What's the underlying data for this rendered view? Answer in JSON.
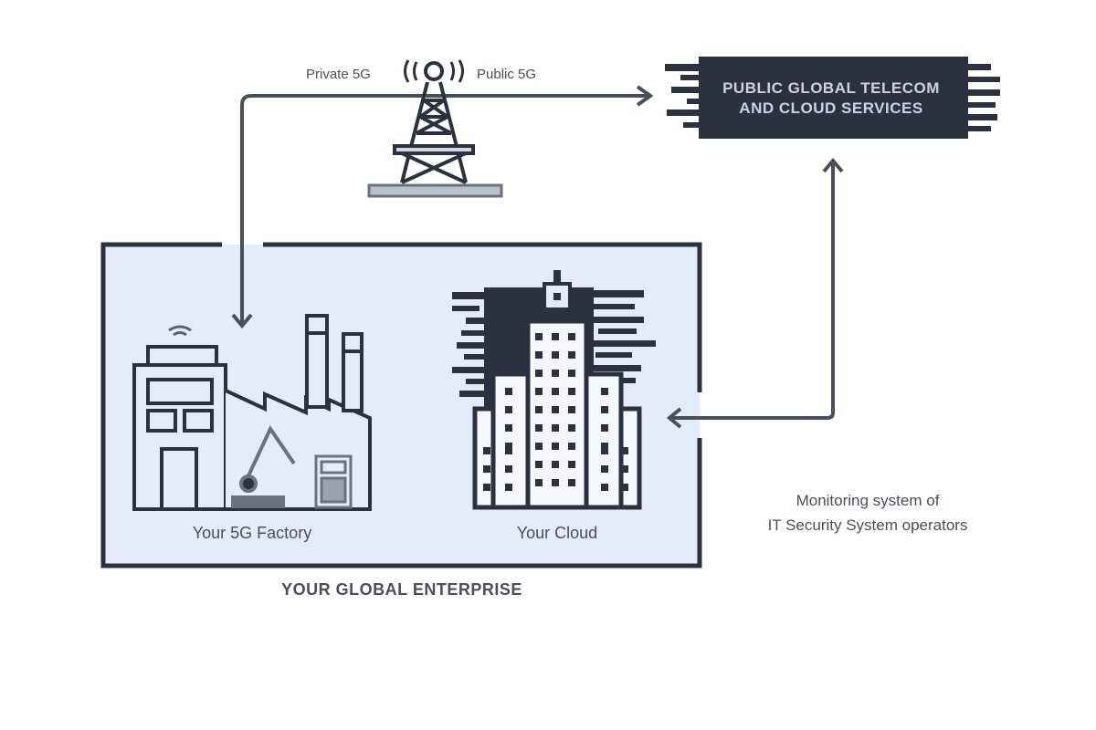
{
  "diagram": {
    "tower": {
      "label_left": "Private 5G",
      "label_right": "Public 5G"
    },
    "cloud_services": {
      "line1": "PUBLIC GLOBAL TELECOM",
      "line2": "AND CLOUD SERVICES"
    },
    "enterprise": {
      "title": "YOUR GLOBAL ENTERPRISE",
      "factory_label": "Your 5G Factory",
      "cloud_label": "Your Cloud"
    },
    "monitoring": {
      "line1": "Monitoring system of",
      "line2": "IT Security System operators"
    },
    "colors": {
      "ink": "#2c3140",
      "enterprise_fill": "#e3ecf8",
      "text": "#4a4f5c"
    }
  }
}
